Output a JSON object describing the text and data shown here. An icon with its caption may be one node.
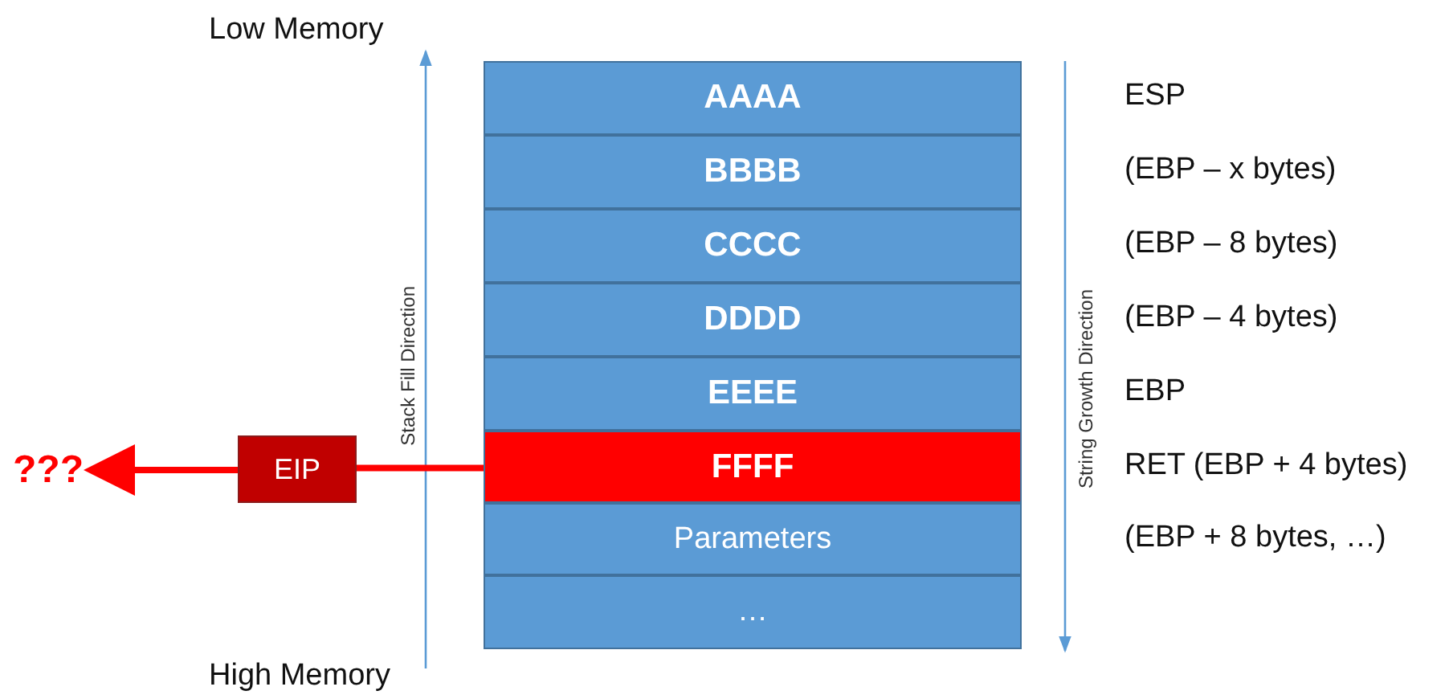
{
  "diagram": {
    "nodes": [
      {
        "text": [
          "AAAA"
        ],
        "beside": [
          "ESP"
        ]
      },
      {
        "text": [
          "BBBB"
        ],
        "beside": [
          "(EBP – x bytes)"
        ]
      },
      {
        "text": [
          "CCCC"
        ],
        "beside": [
          "(EBP – 8 bytes)"
        ]
      },
      {
        "text": [
          "DDDD"
        ],
        "beside": [
          "(EBP – 4 bytes)"
        ]
      },
      {
        "text": [
          "EEEE"
        ],
        "beside": [
          "EBP"
        ]
      },
      {
        "text": [
          "FFFF"
        ],
        "beside": [
          "RET (EBP + 4 bytes)"
        ]
      },
      {
        "text": [
          "Parameters"
        ],
        "beside": [
          "(EBP + 8 bytes, …)"
        ]
      },
      {
        "text": [
          "…"
        ]
      },
      {
        "text": [
          "EIP"
        ]
      },
      {
        "text": [
          "???"
        ]
      }
    ],
    "edges": [
      {
        "from": 5,
        "to": 8,
        "arrow": "none"
      },
      {
        "from": 8,
        "to": 9,
        "arrow": "to"
      }
    ],
    "labels": [
      "Low Memory",
      "Stack Fill Direction",
      "String Growth Direction",
      "High Memory"
    ]
  }
}
